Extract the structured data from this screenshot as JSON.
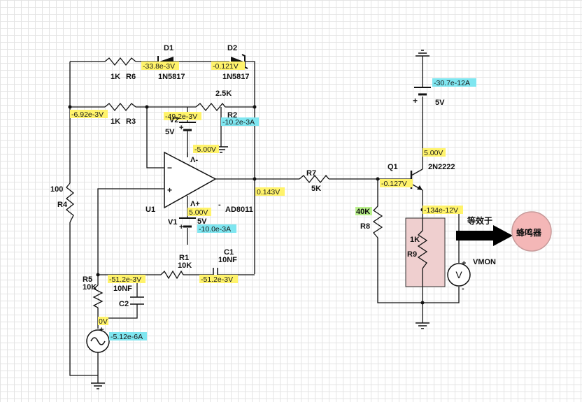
{
  "colors": {
    "voltage_probe": "#fff36b",
    "current_probe": "#7fe6f0",
    "buzzer_fill": "#f4b7b7",
    "r9_box_fill": "#efcfcf",
    "led_probe": "#b8f08a"
  },
  "components": {
    "d1_name": "D1",
    "d1_model": "1N5817",
    "d2_name": "D2",
    "d2_model": "1N5817",
    "r6_value": "1K",
    "r6_name": "R6",
    "r3_value": "1K",
    "r3_name": "R3",
    "r2_value": "2.5K",
    "r2_name": "R2",
    "r4_value": "100",
    "r4_name": "R4",
    "v2_name": "V2",
    "v2_value": "5V",
    "v1_name": "V1",
    "v1_value": "5V",
    "u1_name": "U1",
    "u1_model": "AD8011",
    "r1_name": "R1",
    "r1_value": "10K",
    "c1_name": "C1",
    "c1_value": "10NF",
    "r5_name": "R5",
    "r5_value": "10K",
    "c2_name": "C2",
    "c2_value": "10NF",
    "r7_name": "R7",
    "r7_value": "5K",
    "q1_name": "Q1",
    "q1_model": "2N2222",
    "r8_value": "40K",
    "r8_name": "R8",
    "r9_value": "1K",
    "r9_name": "R9",
    "vbat_value": "5V",
    "vmon_name": "VMON",
    "equiv_text": "等效于",
    "buzzer_text": "蜂鸣器",
    "opamp_plus": "+",
    "opamp_minus": "−",
    "v2_lambda": "Λ-",
    "v1_lambda": "Λ+",
    "plus_sign": "+",
    "minus_sign": "-"
  },
  "probes": {
    "p_r6": "-33.8e-3V",
    "p_d2": "-0.121V",
    "p_left": "-6.92e-3V",
    "p_r3_right": "-49.2e-3V",
    "p_r2_current": "-10.2e-3A",
    "p_v2": "-5.00V",
    "p_out": "0.143V",
    "p_v1_volt": "5.00V",
    "p_v1_current": "-10.0e-3A",
    "p_r1_left": "-51.2e-3V",
    "p_c1": "-51.2e-3V",
    "p_r5_bottom": "0V",
    "p_src_current": "-5.12e-6A",
    "p_bat_current": "-30.7e-12A",
    "p_collector_top": "5.00V",
    "p_base": "-0.127V",
    "p_emitter": "-134e-12V"
  }
}
